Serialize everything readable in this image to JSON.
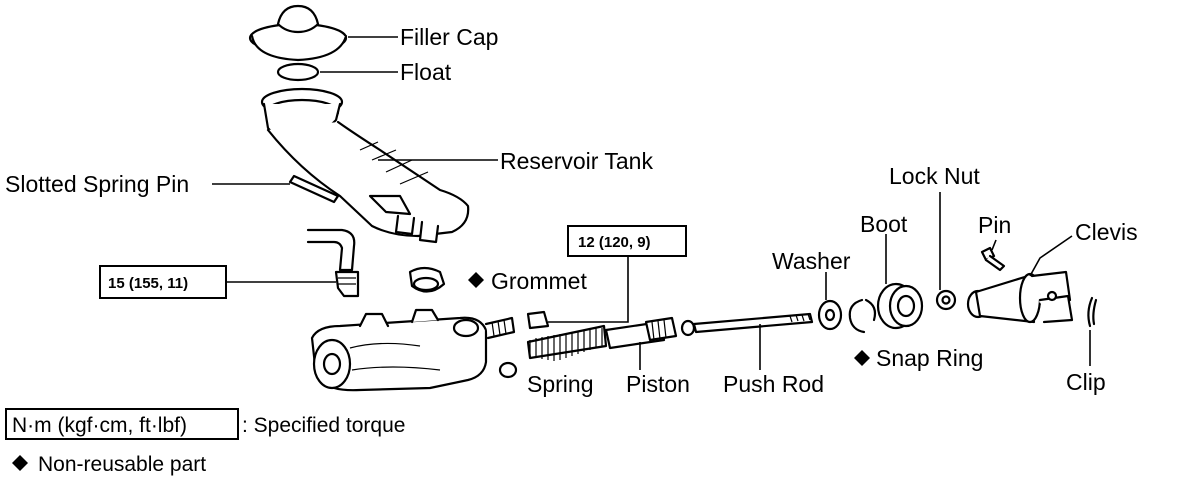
{
  "labels": {
    "filler_cap": "Filler Cap",
    "float": "Float",
    "reservoir_tank": "Reservoir Tank",
    "slotted_spring_pin": "Slotted Spring Pin",
    "grommet": "Grommet",
    "lock_nut": "Lock Nut",
    "boot": "Boot",
    "pin": "Pin",
    "clevis": "Clevis",
    "washer": "Washer",
    "snap_ring": "Snap Ring",
    "spring": "Spring",
    "piston": "Piston",
    "push_rod": "Push Rod",
    "clip": "Clip"
  },
  "torque_specs": {
    "union": "15 (155, 11)",
    "piston_bolt": "12 (120, 9)"
  },
  "legend": {
    "torque_unit": "N·m (kgf·cm, ft·lbf)",
    "torque_desc": ": Specified torque",
    "non_reusable": "Non-reusable part"
  },
  "symbols": {
    "non_reusable_marker": "◆"
  }
}
